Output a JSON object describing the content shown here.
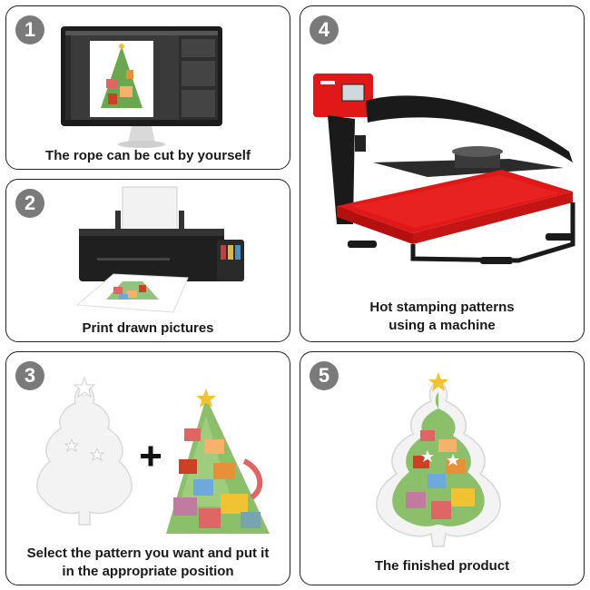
{
  "steps": [
    {
      "number": "1",
      "caption": "The rope can be cut by yourself"
    },
    {
      "number": "2",
      "caption": "Print drawn pictures"
    },
    {
      "number": "3",
      "caption": "Select the pattern you want and put it in the appropriate position"
    },
    {
      "number": "4",
      "caption": "Hot stamping patterns using a machine"
    },
    {
      "number": "5",
      "caption": "The finished product"
    }
  ],
  "icons": {
    "monitor": "monitor-icon",
    "printer": "printer-icon",
    "blank_tree": "blank-ornament-icon",
    "plus": "+",
    "heat_press": "heat-press-icon",
    "finished": "finished-ornament-icon"
  },
  "colors": {
    "badge": "#7a7a7a",
    "press_red": "#e01818",
    "press_black": "#1a1a1a"
  }
}
